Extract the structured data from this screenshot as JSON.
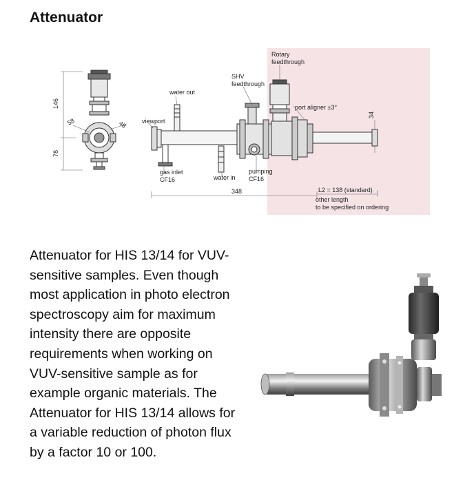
{
  "page": {
    "title": "Attenuator",
    "description": "Attenuator for HIS 13/14 for VUV-sensitive samples. Even though most application in photo electron spectroscopy aim for maximum intensity there are opposite requirements when working on VUV-sensitive sample as for example organic materials. The Attenuator for HIS 13/14 allows for a variable reduction of photon flux by a factor 10 or 100."
  },
  "drawing": {
    "highlight_color": "#f6e3e6",
    "labels": {
      "rotary_1": "Rotary",
      "rotary_2": "feedthrough",
      "shv_1": "SHV",
      "shv_2": "feedthrough",
      "water_out": "water out",
      "port_aligner": "port aligner ±3°",
      "viewport": "viewport",
      "gas_inlet_1": "gas inlet",
      "gas_inlet_2": "CF16",
      "water_in": "water in",
      "pumping_1": "pumping",
      "pumping_2": "CF16",
      "l2_1": "L2 = 138 (standard)",
      "l2_2": "other length",
      "l2_3": "to be specified on ordering"
    },
    "dimensions": {
      "d146": "146",
      "d78": "78",
      "d58": "58",
      "d48": "48",
      "d348": "348",
      "d34": "34"
    }
  }
}
